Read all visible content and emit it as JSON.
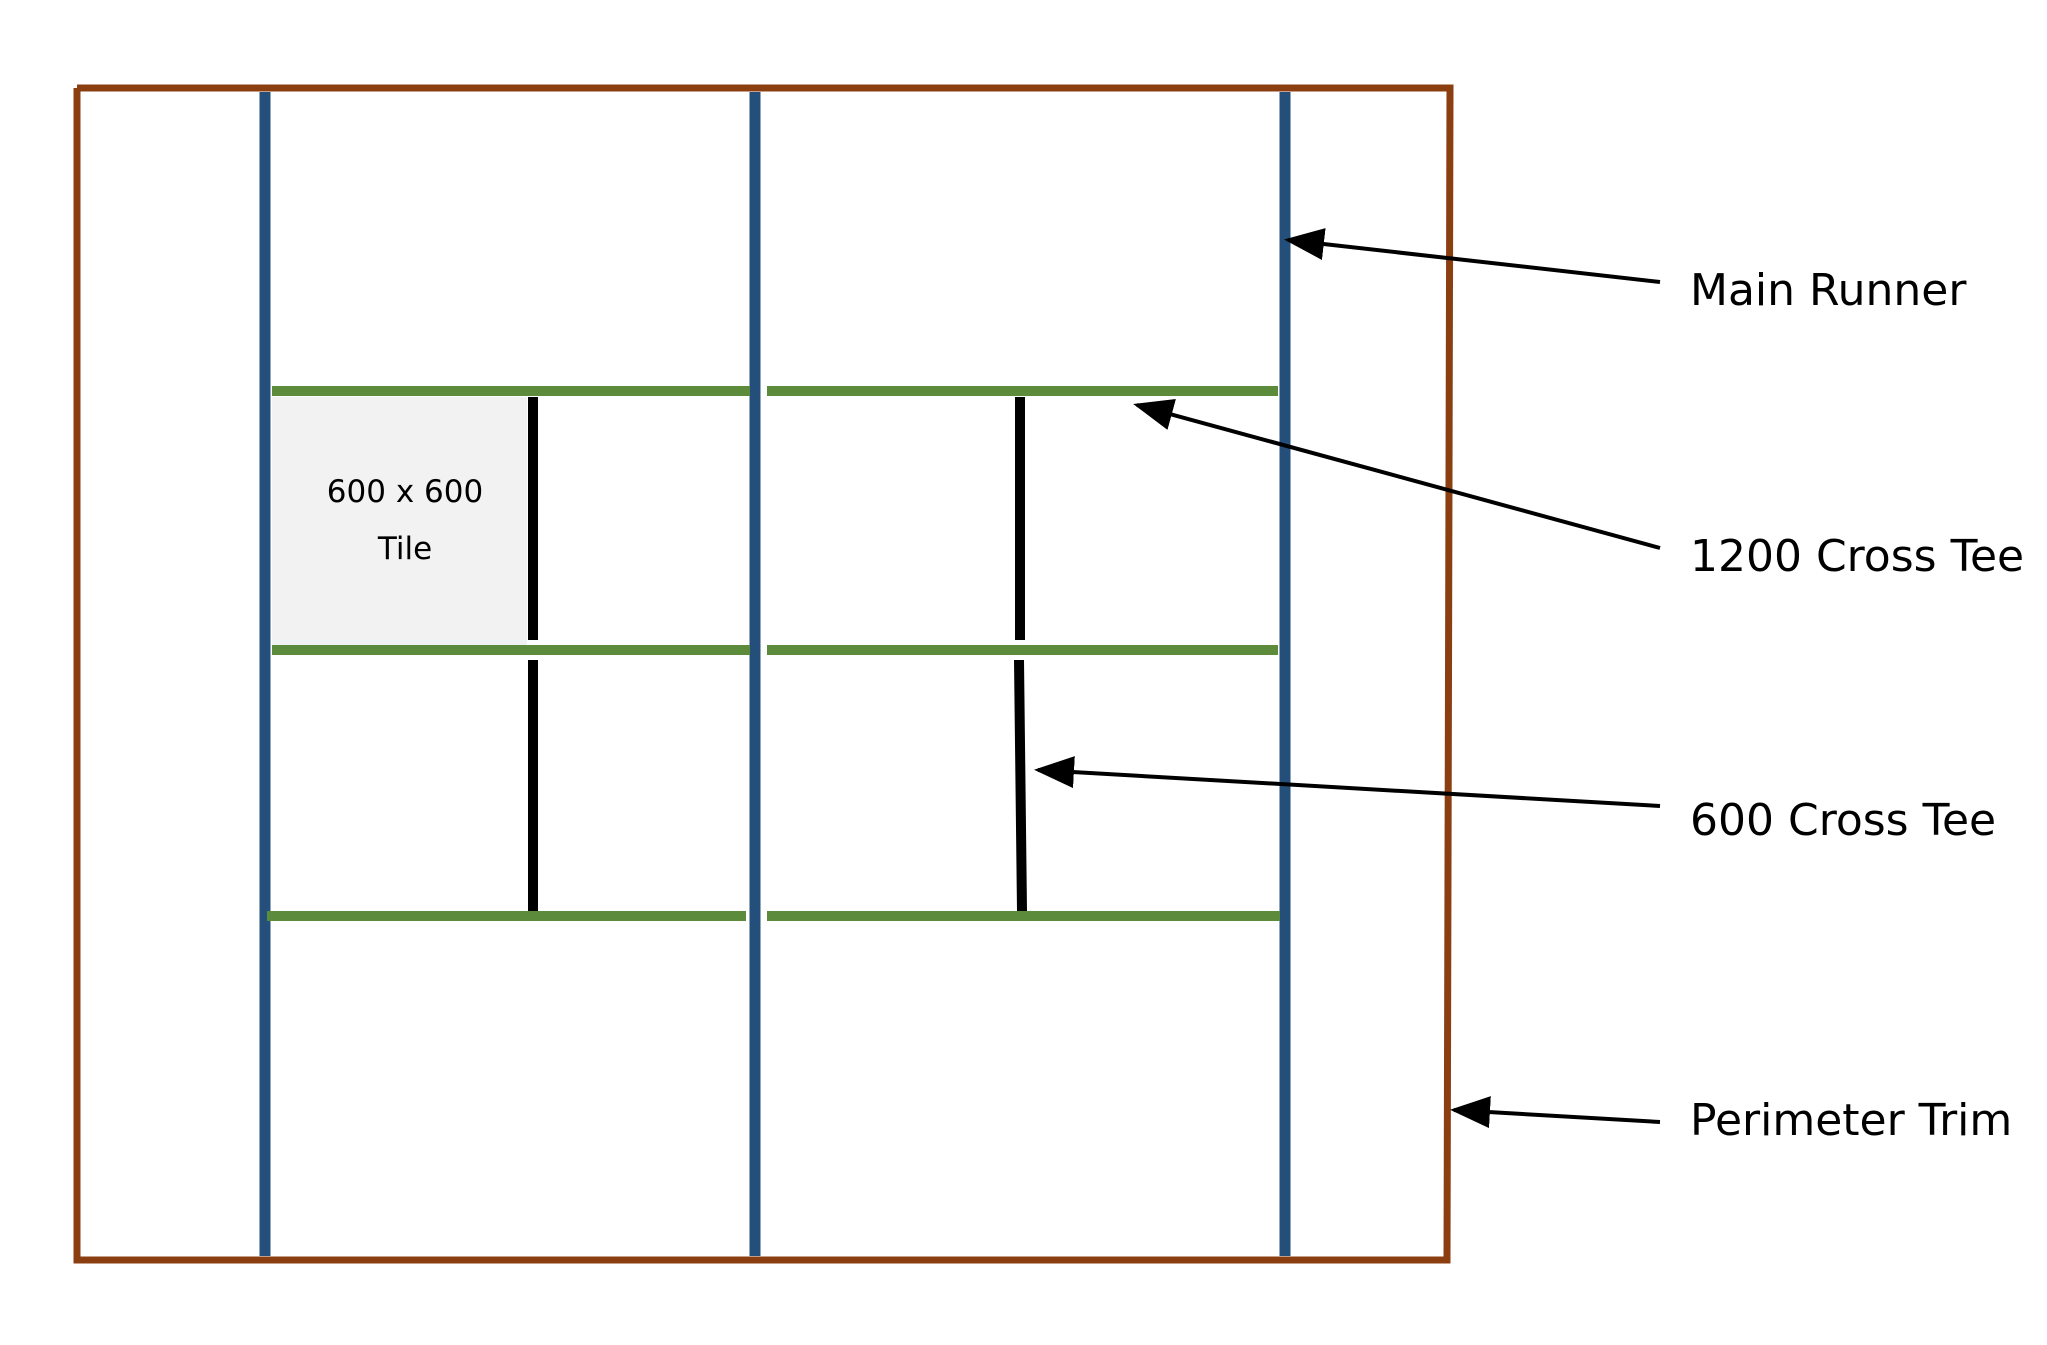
{
  "tile": {
    "line1": "600 x 600",
    "line2": "Tile"
  },
  "labels": {
    "main_runner": "Main Runner",
    "cross_tee_1200": "1200 Cross Tee",
    "cross_tee_600": "600 Cross Tee",
    "perimeter_trim": "Perimeter Trim"
  },
  "colors": {
    "perimeter_trim": "#8b3f10",
    "main_runner": "#244f7a",
    "cross_tee_1200": "#5d8b3c",
    "cross_tee_600": "#000000",
    "tile_fill": "#f2f2f2"
  }
}
